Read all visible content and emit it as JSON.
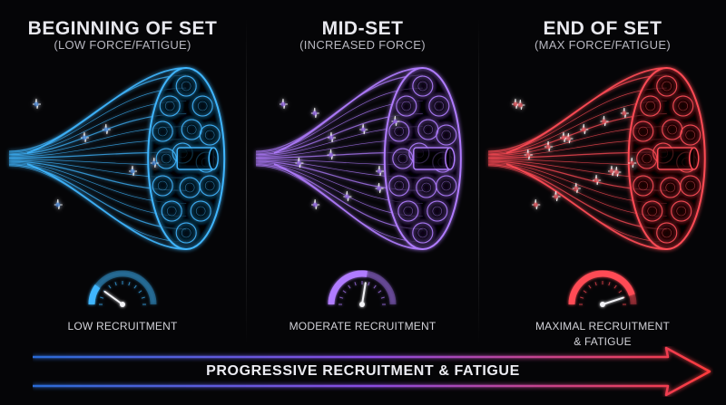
{
  "panels": [
    {
      "title": "BEGINNING OF SET",
      "subtitle": "(LOW FORCE/FATIGUE)",
      "caption_lines": [
        "LOW RECRUITMENT"
      ],
      "color": "#3fb6ff",
      "glow": "#1c6fd1",
      "gauge_level": 0.2
    },
    {
      "title": "MID-SET",
      "subtitle": "(INCREASED FORCE)",
      "caption_lines": [
        "MODERATE RECRUITMENT"
      ],
      "color": "#b07cff",
      "glow": "#7b3fe0",
      "gauge_level": 0.55
    },
    {
      "title": "END OF SET",
      "subtitle": "(MAX FORCE/FATIGUE)",
      "caption_lines": [
        "MAXIMAL RECRUITMENT",
        "& FATIGUE"
      ],
      "color": "#ff4b55",
      "glow": "#d61f2c",
      "gauge_level": 0.9
    }
  ],
  "bottom_arrow": {
    "label": "PROGRESSIVE RECRUITMENT & FATIGUE",
    "start_color": "#2a6bd6",
    "end_color": "#ff3b3b"
  }
}
